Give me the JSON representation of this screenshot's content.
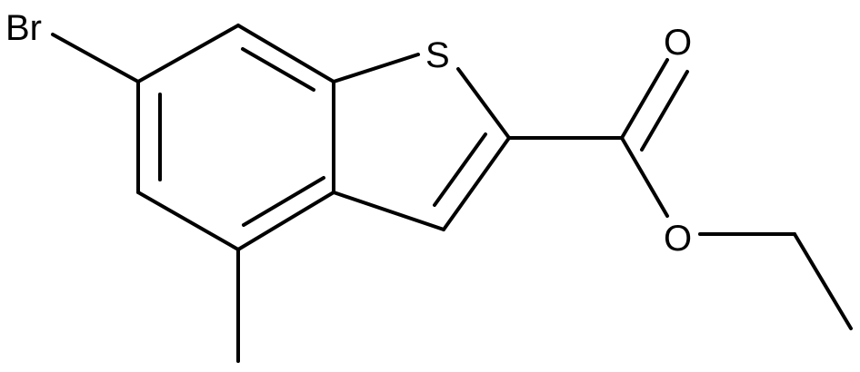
{
  "structure": {
    "atoms": {
      "bromine": "Br",
      "sulfur": "S",
      "carbonyl_oxygen": "O",
      "ester_oxygen": "O"
    },
    "colors": {
      "bond": "#000000",
      "text": "#000000",
      "background": "#ffffff"
    }
  }
}
